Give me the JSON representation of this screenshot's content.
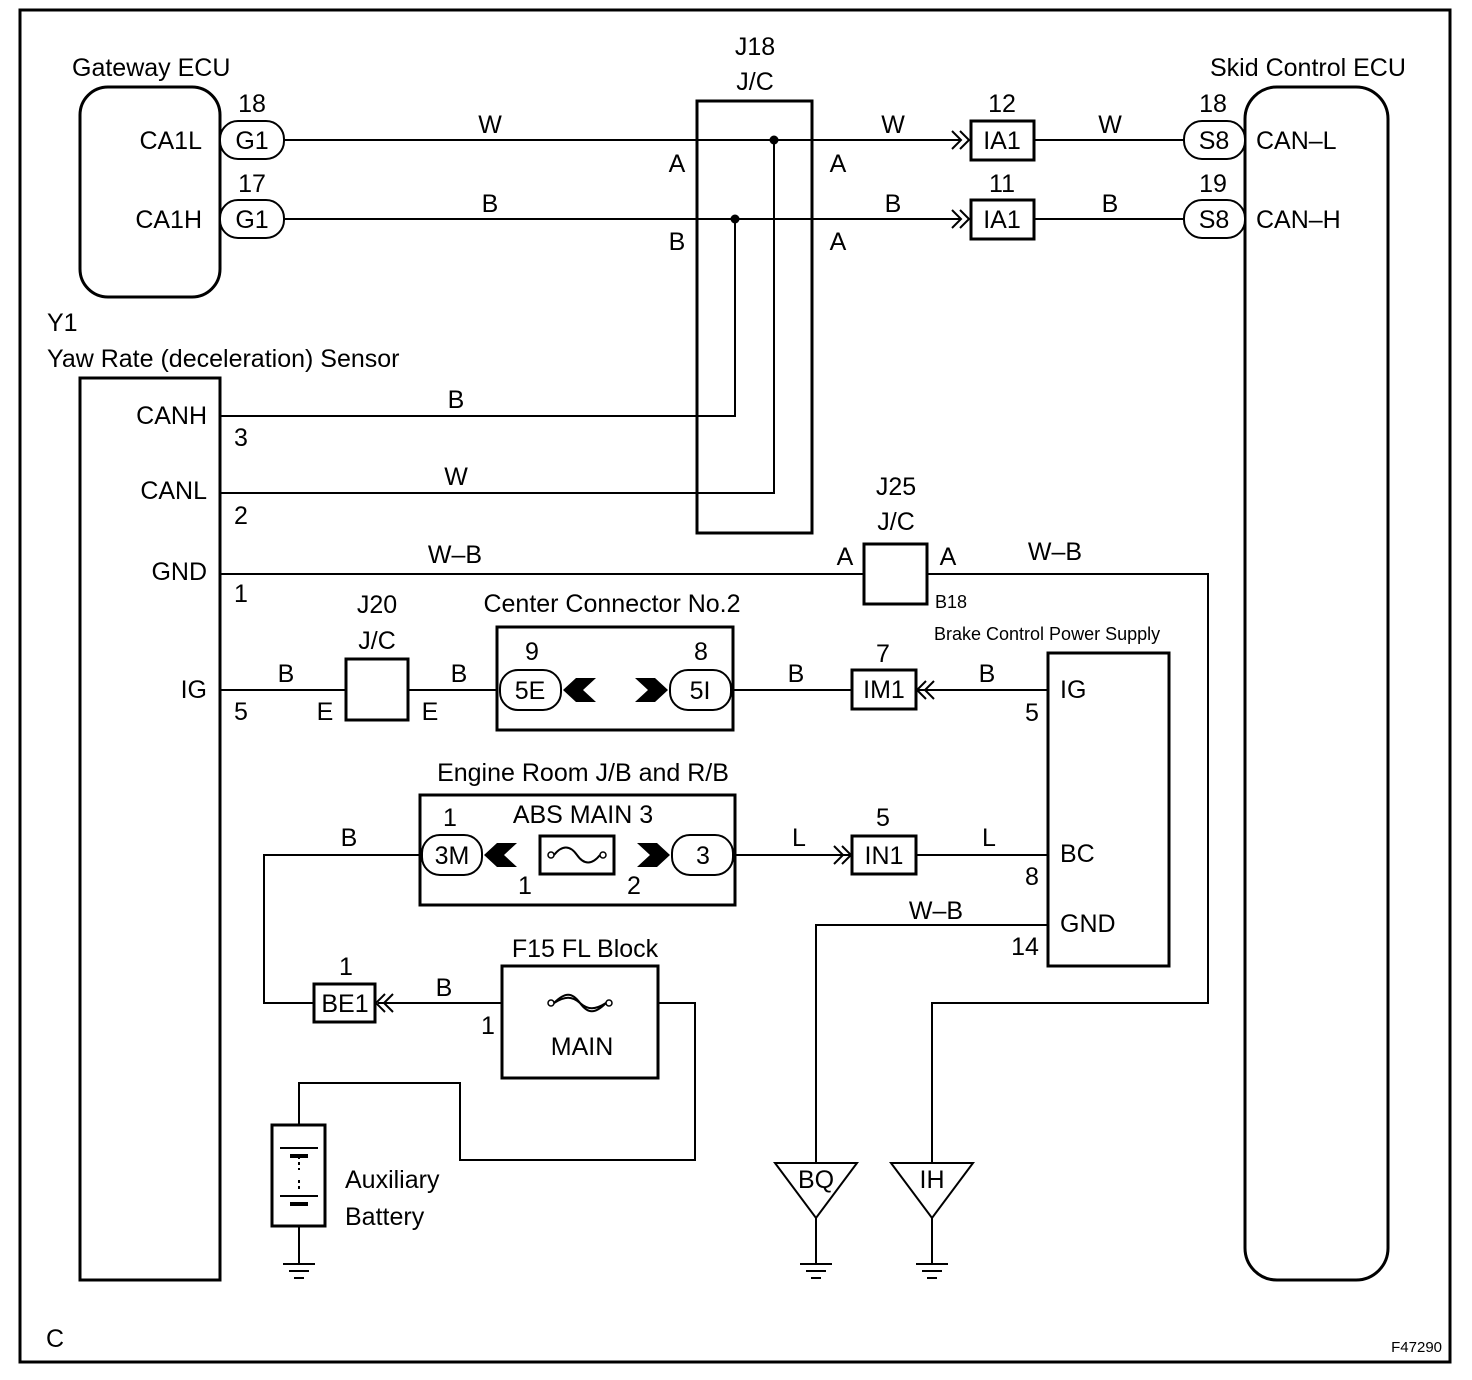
{
  "components": {
    "gateway_ecu": {
      "name": "Gateway ECU",
      "pins": [
        "CA1L",
        "CA1H"
      ]
    },
    "j18": {
      "code": "J18",
      "type": "J/C"
    },
    "skid_ecu": {
      "name": "Skid Control ECU",
      "pins": [
        "CAN–L",
        "CAN–H"
      ]
    },
    "y1": {
      "code": "Y1",
      "name": "Yaw Rate (deceleration) Sensor",
      "pins": [
        "CANH",
        "CANL",
        "GND",
        "IG"
      ]
    },
    "j25": {
      "code": "J25",
      "type": "J/C",
      "sub": "B18"
    },
    "j20": {
      "code": "J20",
      "type": "J/C"
    },
    "center_connector": {
      "name": "Center Connector No.2"
    },
    "brake_power": {
      "name": "Brake Control Power Supply",
      "pins": [
        "IG",
        "BC",
        "GND"
      ]
    },
    "engine_room": {
      "name": "Engine Room J/B and R/B",
      "fuse": "ABS MAIN 3"
    },
    "fl_block": {
      "name": "F15 FL Block",
      "fuse": "MAIN"
    },
    "battery": {
      "name_line1": "Auxiliary",
      "name_line2": "Battery"
    }
  },
  "connectors": {
    "g1": "G1",
    "s8": "S8",
    "ia1": "IA1",
    "im1": "IM1",
    "in1": "IN1",
    "be1": "BE1",
    "c5e": "5E",
    "c5i": "5I",
    "c3m": "3M",
    "c3": "3"
  },
  "pin_numbers": {
    "g1_top": "18",
    "g1_bot": "17",
    "ia1_top": "12",
    "ia1_bot": "11",
    "s8_top": "18",
    "s8_bot": "19",
    "y1_canh": "3",
    "y1_canl": "2",
    "y1_gnd": "1",
    "y1_ig": "5",
    "cc_left": "9",
    "cc_right": "8",
    "im1": "7",
    "bp_ig": "5",
    "bp_bc": "8",
    "bp_gnd": "14",
    "er_3m": "1",
    "fuse_left": "1",
    "fuse_right": "2",
    "in1": "5",
    "be1": "1",
    "fl_main": "1"
  },
  "junction_labels": {
    "a": "A",
    "b": "B",
    "e": "E"
  },
  "wire_colors": {
    "white": "W",
    "black": "B",
    "white_black": "W–B",
    "blue": "L"
  },
  "grounds": [
    "BQ",
    "IH"
  ],
  "footer": {
    "section": "C",
    "figure_id": "F47290"
  }
}
